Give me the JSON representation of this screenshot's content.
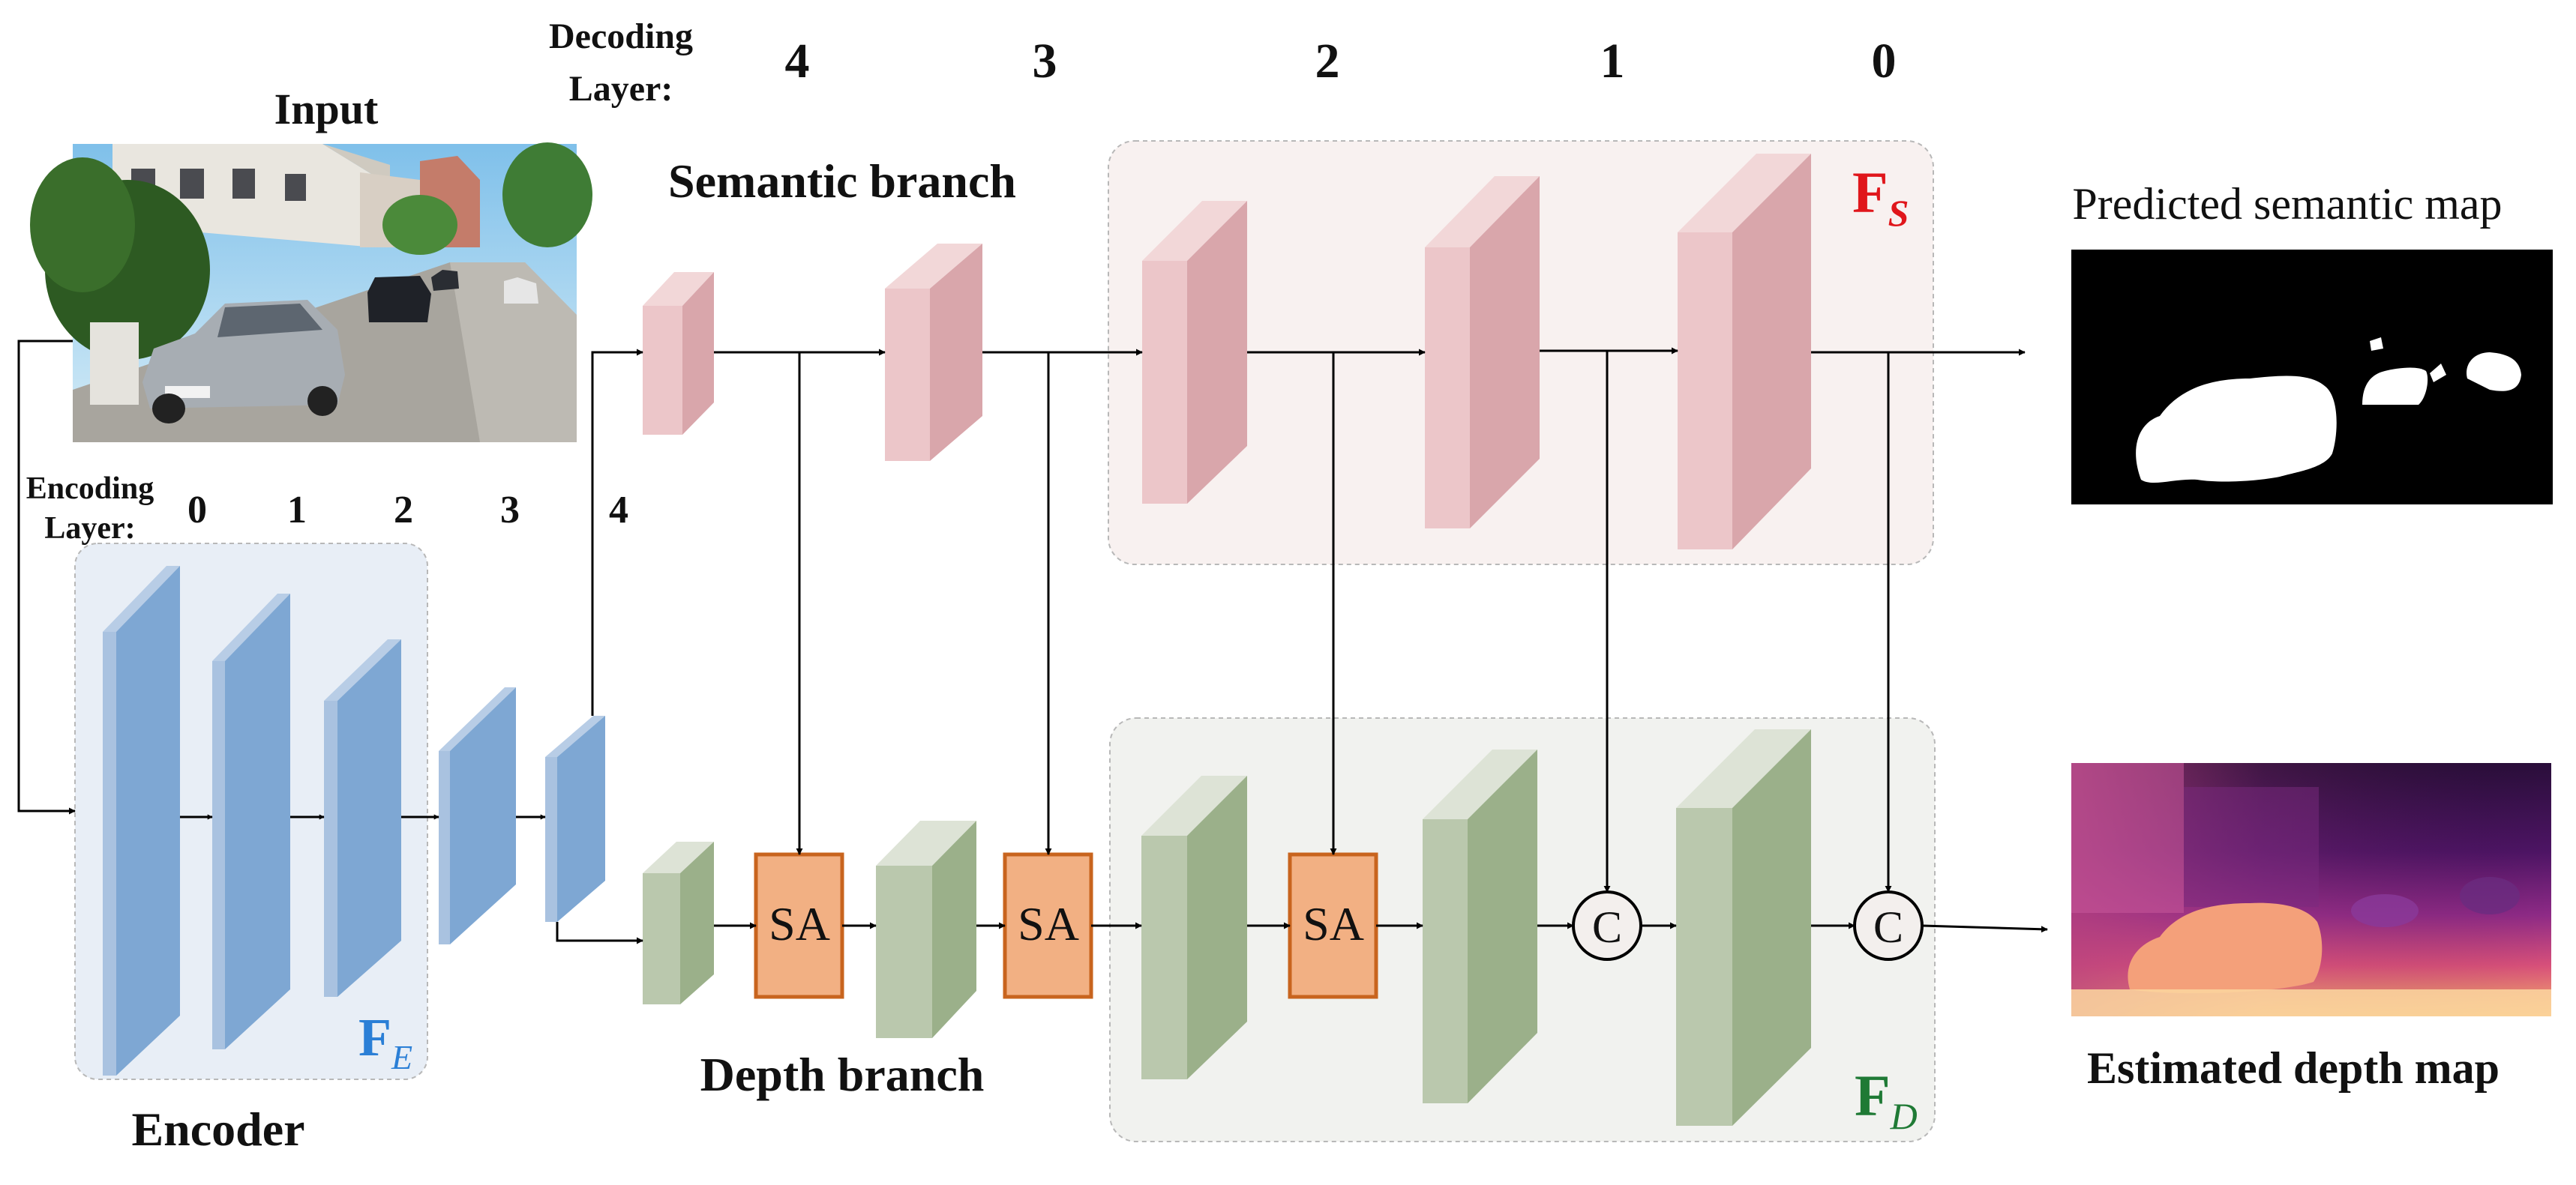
{
  "header": {
    "decoding_layer_label_line1": "Decoding",
    "decoding_layer_label_line2": "Layer:",
    "decoding_layers": [
      "4",
      "3",
      "2",
      "1",
      "0"
    ],
    "encoding_layer_label_line1": "Encoding",
    "encoding_layer_label_line2": "Layer:",
    "encoding_layers": [
      "0",
      "1",
      "2",
      "3",
      "4"
    ]
  },
  "input": {
    "label": "Input"
  },
  "encoder": {
    "label": "Encoder",
    "symbol": "F",
    "subscript": "E",
    "color": "#2b7fd6"
  },
  "semantic_branch": {
    "label": "Semantic branch",
    "symbol": "F",
    "subscript": "S",
    "color": "#e0161b"
  },
  "depth_branch": {
    "label": "Depth branch",
    "symbol": "F",
    "subscript": "D",
    "color": "#1f7a35"
  },
  "modules": {
    "sa_label": "SA",
    "concat_label": "C"
  },
  "outputs": {
    "semantic_label": "Predicted semantic map",
    "depth_label": "Estimated depth map"
  },
  "colors": {
    "encoder_block": "#7ea7d3",
    "semantic_block": "#d9a6ab",
    "depth_block": "#9bb08a",
    "sa_block": "#f2b083",
    "sa_border": "#c8641e"
  }
}
